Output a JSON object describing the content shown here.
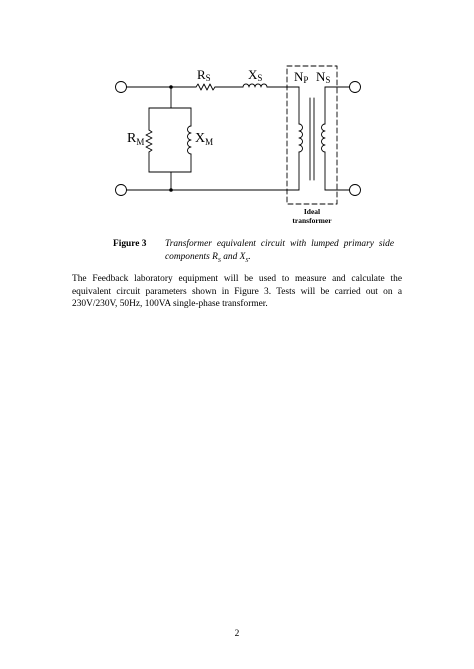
{
  "figure": {
    "labels": {
      "rs_main": "R",
      "rs_sub": "S",
      "xs_main": "X",
      "xs_sub": "S",
      "rm_main": "R",
      "rm_sub": "M",
      "xm_main": "X",
      "xm_sub": "M",
      "np_main": "N",
      "np_sub": "P",
      "ns_main": "N",
      "ns_sub": "S",
      "ideal_line1": "Ideal",
      "ideal_line2": "transformer"
    }
  },
  "caption": {
    "number": "Figure 3",
    "text": "Transformer equivalent circuit with lumped primary side components R",
    "sub_r": "S",
    "and": " and X",
    "sub_x": "S",
    "end": "."
  },
  "body": {
    "paragraph": "The Feedback laboratory equipment will be used to measure and calculate the equivalent circuit parameters shown in Figure 3. Tests will be carried out on a 230V/230V, 50Hz, 100VA single-phase transformer."
  },
  "page_number": "2"
}
